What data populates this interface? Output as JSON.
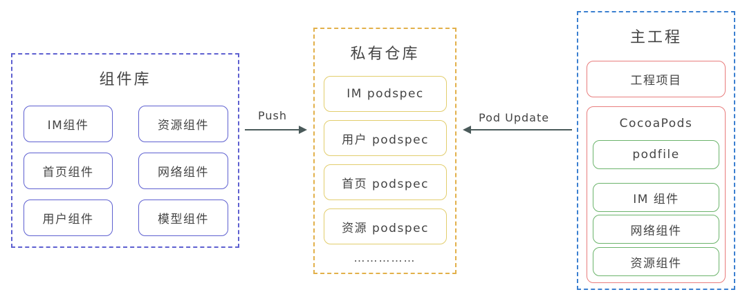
{
  "components": {
    "title": "组件库",
    "items": [
      "IM组件",
      "资源组件",
      "首页组件",
      "网络组件",
      "用户组件",
      "模型组件"
    ]
  },
  "private_repo": {
    "title": "私有仓库",
    "items": [
      "IM podspec",
      "用户 podspec",
      "首页 podspec",
      "资源 podspec"
    ],
    "ellipsis": "……………"
  },
  "main_project": {
    "title": "主工程",
    "project_item": "工程项目",
    "cocoapods": {
      "title": "CocoaPods",
      "items": [
        "podfile",
        "IM 组件",
        "网络组件",
        "资源组件"
      ]
    }
  },
  "arrows": {
    "push": "Push",
    "pod_update": "Pod Update"
  },
  "colors": {
    "components_border": "#5d5fd0",
    "repo_border": "#e2b04a",
    "main_border": "#3a7fd0",
    "red": "#e87c7c",
    "green": "#6ab36a",
    "arrow": "#4a5a5a"
  }
}
